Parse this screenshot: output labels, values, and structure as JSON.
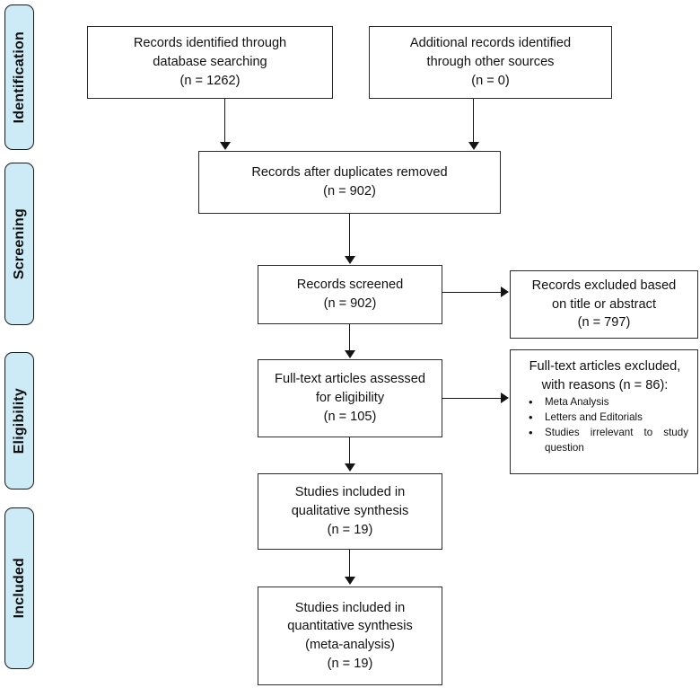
{
  "diagram": {
    "type": "prisma-flow-diagram",
    "accent_color": "#cdeaf7",
    "border_color": "#2b2b2b",
    "stages": [
      {
        "id": "identification",
        "label": "Identification"
      },
      {
        "id": "screening",
        "label": "Screening"
      },
      {
        "id": "eligibility",
        "label": "Eligibility"
      },
      {
        "id": "included",
        "label": "Included"
      }
    ],
    "boxes": {
      "identified_database": {
        "line1": "Records identified through",
        "line2": "database searching",
        "count": "(n = 1262)"
      },
      "identified_other": {
        "line1": "Additional records identified",
        "line2": "through other sources",
        "count": "(n = 0)"
      },
      "duplicates_removed": {
        "line1": "Records after duplicates removed",
        "count": "(n = 902)"
      },
      "records_screened": {
        "line1": "Records screened",
        "count": "(n = 902)"
      },
      "records_excluded": {
        "line1": "Records excluded based",
        "line2": "on title or abstract",
        "count": "(n = 797)"
      },
      "fulltext_assessed": {
        "line1": "Full-text articles assessed",
        "line2": "for eligibility",
        "count": "(n = 105)"
      },
      "fulltext_excluded": {
        "line1": "Full-text articles excluded,",
        "line2": "with reasons (n = 86):",
        "reasons": [
          "Meta Analysis",
          "Letters and Editorials",
          "Studies irrelevant to study question"
        ]
      },
      "qualitative_synthesis": {
        "line1": "Studies included in",
        "line2": "qualitative synthesis",
        "count": "(n = 19)"
      },
      "quantitative_synthesis": {
        "line1": "Studies included in",
        "line2": "quantitative synthesis",
        "line3": "(meta-analysis)",
        "count": "(n = 19)"
      }
    }
  }
}
